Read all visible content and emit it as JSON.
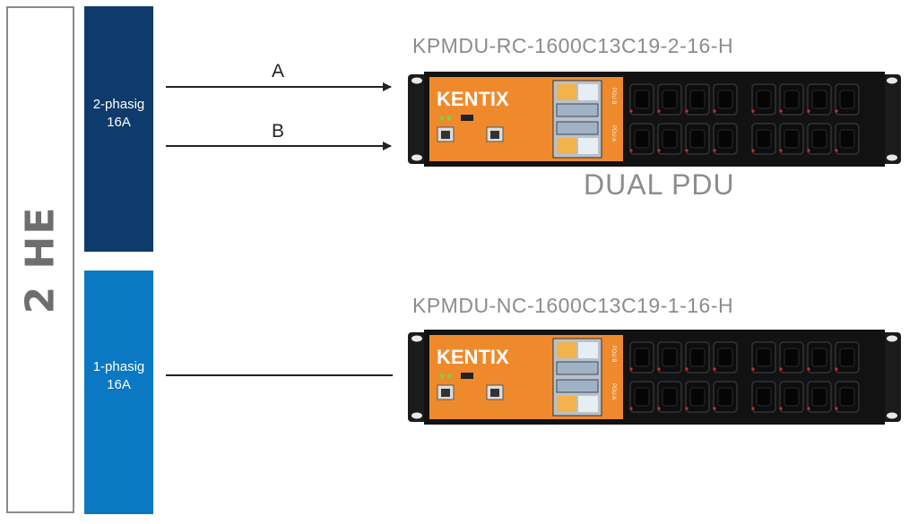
{
  "sidebar": {
    "height_units_label": "2 HE"
  },
  "phases": [
    {
      "line1": "2-phasig",
      "line2": "16A",
      "color": "#0e3b6b"
    },
    {
      "line1": "1-phasig",
      "line2": "16A",
      "color": "#0a78c2"
    }
  ],
  "connections": {
    "a_label": "A",
    "b_label": "B"
  },
  "products": {
    "dual": {
      "model": "KPMDU-RC-1600C13C19-2-16-H",
      "caption": "DUAL PDU"
    },
    "single": {
      "model": "KPMDU-NC-1600C13C19-1-16-H"
    }
  },
  "device": {
    "brand": "KENTIX",
    "pdu_b_label": "PDU B",
    "pdu_a_label": "PDU A",
    "panel_color": "#ef8a2c",
    "body_color": "#121212"
  }
}
